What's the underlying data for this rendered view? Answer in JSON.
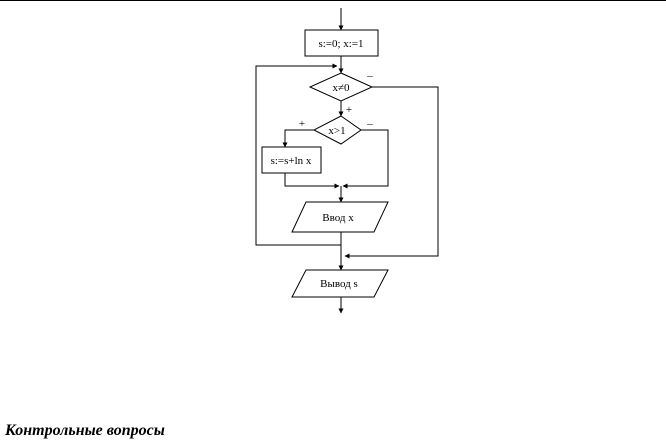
{
  "flowchart": {
    "init_box": "s:=0; x:=1",
    "condition_outer": "x≠0",
    "condition_inner": "x>1",
    "yes_label": "+",
    "no_label": "–",
    "process_box": "s:=s+ln x",
    "input_box": "Ввод x",
    "output_box": "Вывод s"
  },
  "section_heading": "Контрольные вопросы"
}
